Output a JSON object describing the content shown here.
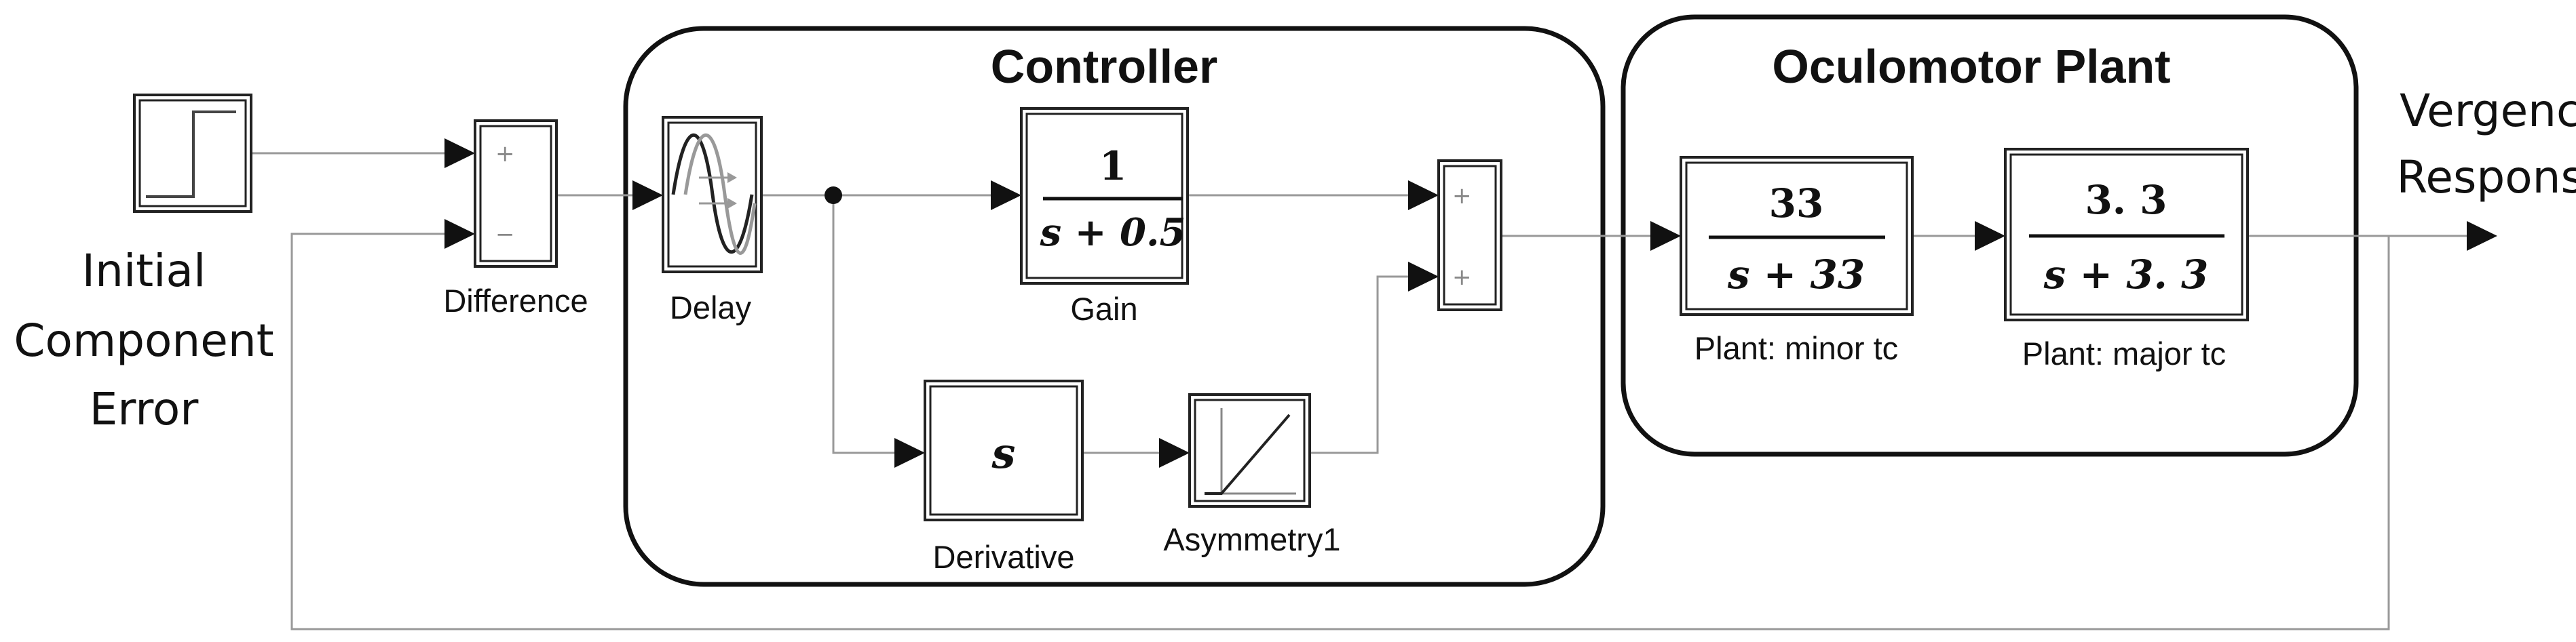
{
  "groups": {
    "controller": "Controller",
    "plant": "Oculomotor Plant"
  },
  "input": {
    "label_lines": [
      "Initial",
      "Component",
      "Error"
    ],
    "icon": "step-icon"
  },
  "output": {
    "label_lines": [
      "Vergence",
      "Response"
    ]
  },
  "blocks": {
    "difference": {
      "label": "Difference",
      "port_plus": "+",
      "port_minus": "−"
    },
    "delay": {
      "label": "Delay",
      "icon": "transport-delay-icon"
    },
    "gain": {
      "label": "Gain",
      "numerator": "1",
      "denominator": "s + 0.5"
    },
    "derivative": {
      "label": "Derivative",
      "symbol": "s"
    },
    "asymmetry": {
      "label": "Asymmetry1",
      "icon": "ramp-icon"
    },
    "sum": {
      "port_plus_top": "+",
      "port_plus_bottom": "+"
    },
    "plant_minor": {
      "label": "Plant: minor tc",
      "numerator": "33",
      "denominator": "s + 33"
    },
    "plant_major": {
      "label": "Plant: major tc",
      "numerator": "3. 3",
      "denominator": "s + 3. 3"
    }
  }
}
